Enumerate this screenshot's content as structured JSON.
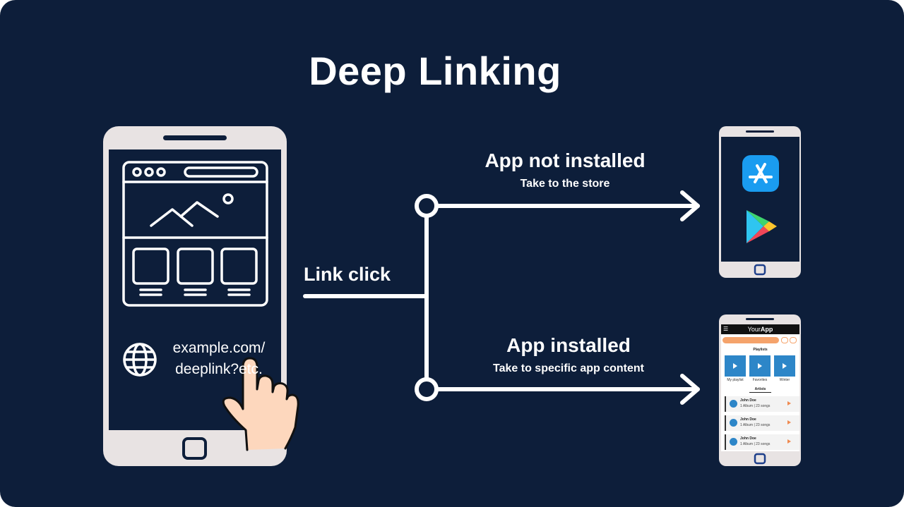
{
  "title": "Deep Linking",
  "link_click_label": "Link click",
  "url_text": {
    "line1": "example.com/",
    "line2": "deeplink?etc."
  },
  "branches": {
    "not_installed": {
      "title": "App not installed",
      "subtitle": "Take to the store"
    },
    "installed": {
      "title": "App installed",
      "subtitle": "Take to specific app content"
    }
  },
  "mini_app": {
    "brand_prefix": "Your",
    "brand_suffix": "App",
    "playlists_heading": "Playlists",
    "playlists": [
      "My playlist",
      "Favorites",
      "Winter"
    ],
    "artists_heading": "Artists",
    "artists": [
      {
        "name": "John Doe",
        "meta": "1 Album | 23 songs"
      },
      {
        "name": "John Doe",
        "meta": "1 Album | 23 songs"
      },
      {
        "name": "John Doe",
        "meta": "1 Album | 23 songs"
      }
    ]
  },
  "colors": {
    "background": "#0d1e3a",
    "phone_frame": "#e8e3e3",
    "screen": "#0d1e3a",
    "line": "#ffffff",
    "app_store_blue": "#1a9cf0",
    "skin": "#fdd7bd",
    "accent_orange": "#f5a36b",
    "tile_blue": "#2d86c8"
  },
  "icons": [
    "globe-icon",
    "hand-pointer-icon",
    "app-store-icon",
    "play-store-icon",
    "browser-window-icon",
    "home-button-icon"
  ]
}
